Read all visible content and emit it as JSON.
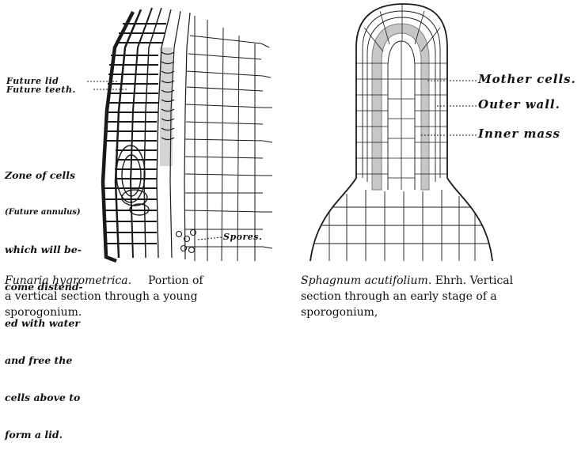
{
  "left_figure": {
    "labels": {
      "future_lid": "Future lid",
      "future_teeth": "Future teeth.",
      "zone_lines": [
        "Zone of cells",
        "(Future annulus)",
        "which will be-",
        "come distend-",
        "ed with water",
        "and free the",
        "cells above to",
        "form a lid."
      ],
      "spores": "Spores."
    },
    "caption": {
      "species": "Funaria hygrometrica.",
      "line1_rest": "Portion of",
      "line2": "a vertical section through a young",
      "line3": "sporogonium."
    }
  },
  "right_figure": {
    "labels": {
      "mother_cells": "Mother cells.",
      "outer_wall": "Outer wall.",
      "inner_mass": "Inner mass"
    },
    "caption": {
      "species": "Sphagnum acutifolium.",
      "line1_rest": "Ehrh. Vertical",
      "line2": "section through an early stage of a",
      "line3": "sporogonium,"
    }
  }
}
